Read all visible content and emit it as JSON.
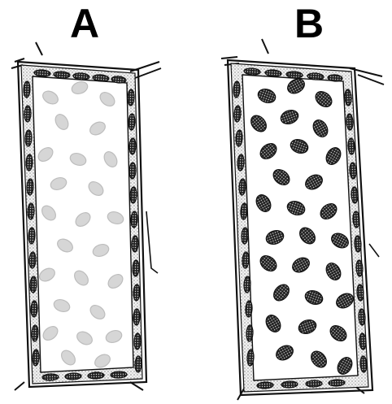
{
  "panels": [
    {
      "label": "A",
      "chloroplast_tone": "light",
      "chloroplast_fill": "#d6d6d6",
      "chloroplast_stroke": "#bdbdbd"
    },
    {
      "label": "B",
      "chloroplast_tone": "dark",
      "chloroplast_fill": "#3a3a3a",
      "chloroplast_stroke": "#111111"
    }
  ],
  "colors": {
    "ink": "#111111",
    "wall_fill": "#ffffff",
    "cytoplasm_fill": "#9a9a9a",
    "peripheral_plastid": "#555555"
  }
}
